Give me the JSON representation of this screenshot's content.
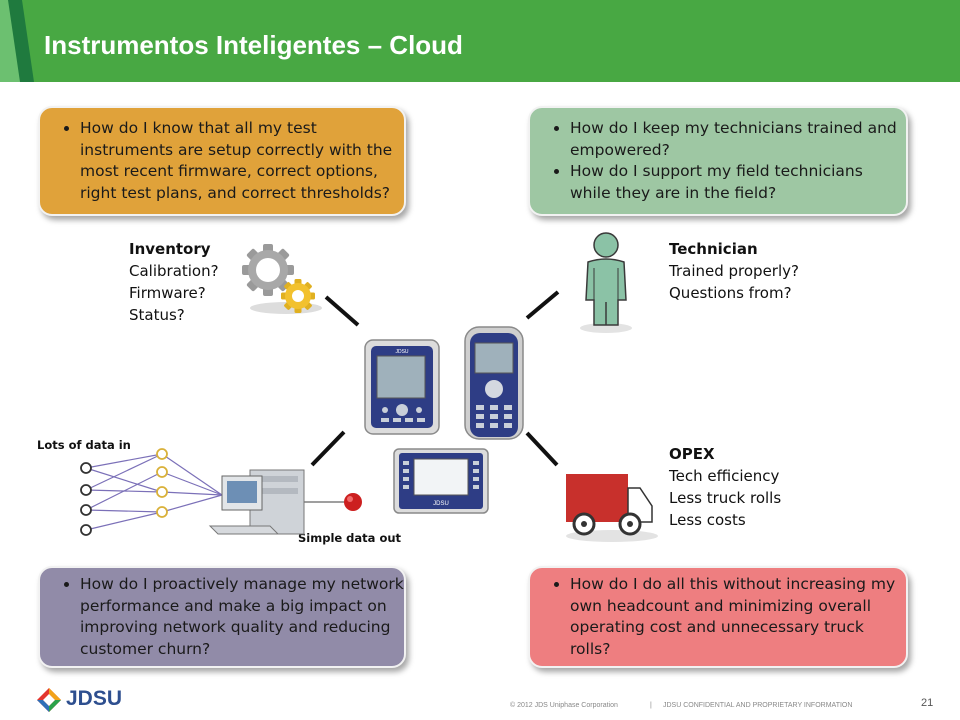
{
  "header": {
    "title": "Instrumentos Inteligentes – Cloud"
  },
  "boxes": {
    "inventory_question": "How do I know that all my test instruments are setup correctly with the most recent firmware, correct options, right test plans, and correct thresholds?",
    "technician_questions": [
      "How do I keep my technicians trained and empowered?",
      "How do I support my field technicians while they are in the field?"
    ],
    "network_question": "How do I proactively manage my network performance and make a big impact on improving network quality and reducing customer churn?",
    "opex_question": "How do I do all this without increasing my own headcount and minimizing overall operating cost and unnecessary truck rolls?"
  },
  "labels": {
    "inventory": {
      "title": "Inventory",
      "lines": [
        "Calibration?",
        "Firmware?",
        "Status?"
      ]
    },
    "technician": {
      "title": "Technician",
      "lines": [
        "Trained properly?",
        "Questions from?"
      ]
    },
    "opex": {
      "title": "OPEX",
      "lines": [
        "Tech efficiency",
        "Less truck rolls",
        "Less costs"
      ]
    },
    "data_in": "Lots of data in",
    "data_out": "Simple data out"
  },
  "footer": {
    "logo": "JDSU",
    "copyright": "© 2012 JDS Uniphase Corporation",
    "separator": "|",
    "confidential": "JDSU CONFIDENTIAL AND PROPRIETARY INFORMATION",
    "page_number": "21"
  },
  "colors": {
    "header": "#48a843",
    "orange_box": "#e0a23a",
    "green_box": "#9ec7a3",
    "purple_box": "#918ba8",
    "red_box": "#ee7e80",
    "truck": "#c8302c",
    "person": "#8bc2a6"
  },
  "icons": [
    "gears-icon",
    "person-icon",
    "truck-icon",
    "server-icon",
    "test-instrument-icon"
  ]
}
